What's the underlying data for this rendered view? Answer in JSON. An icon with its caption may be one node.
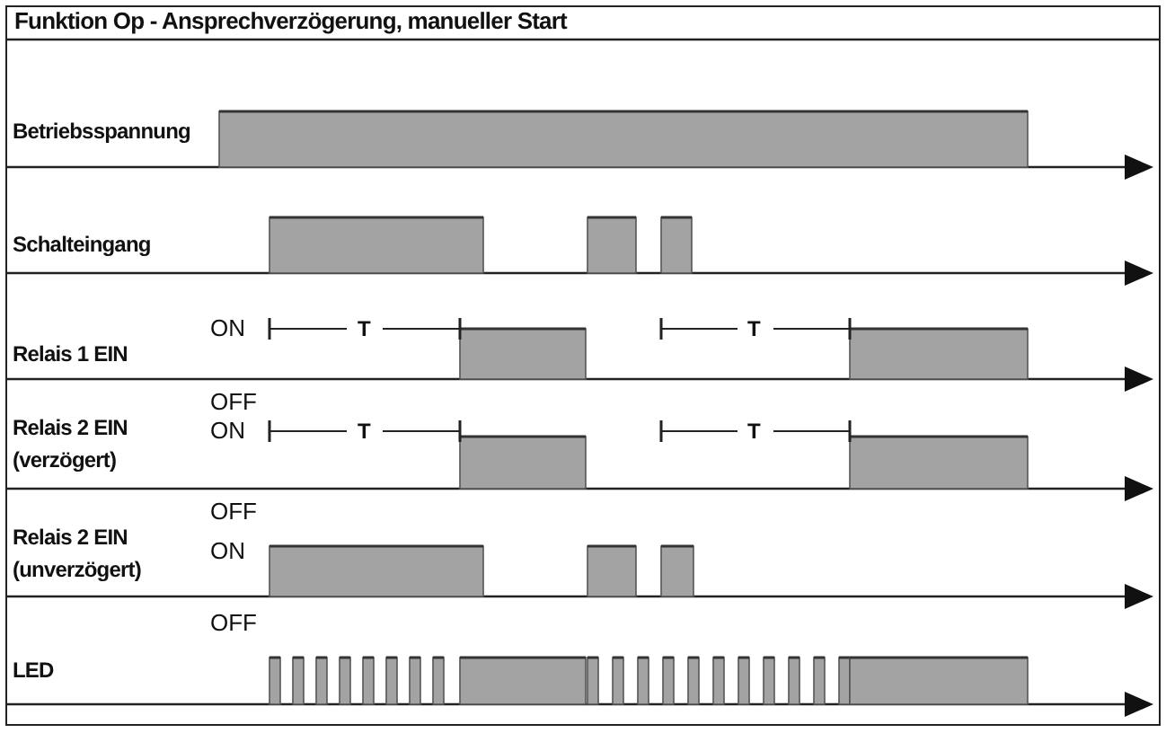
{
  "diagram": {
    "title": "Funktion Op - Ansprechverzögerung, manueller Start",
    "labels": [
      "Betriebsspannung",
      "Schalteingang",
      "ON",
      "T",
      "T",
      "Relais 1 EIN",
      "OFF",
      "Relais 2 EIN (verzögert)",
      "ON",
      "T",
      "T",
      "OFF",
      "Relais 2 EIN (unverzögert)",
      "ON",
      "OFF",
      "LED"
    ]
  }
}
